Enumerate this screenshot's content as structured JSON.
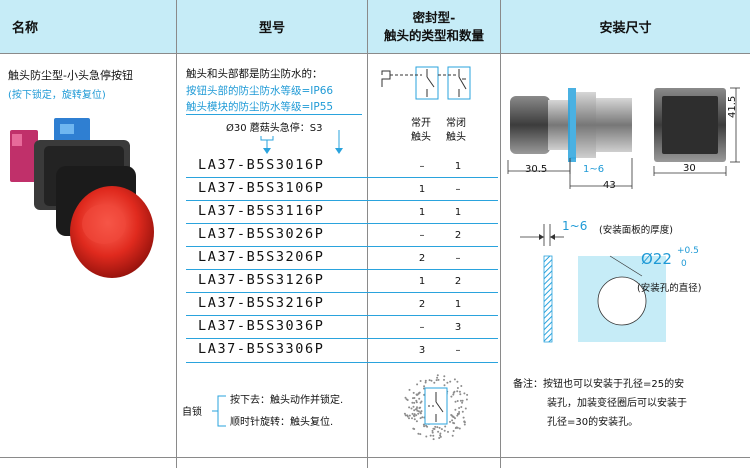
{
  "header": {
    "col1": "名称",
    "col2": "型号",
    "col3_line1": "密封型-",
    "col3_line2": "触头的类型和数量",
    "col4": "安装尺寸"
  },
  "product": {
    "name": "触头防尘型-小头急停按钮",
    "sub": "(按下锁定，旋转复位)"
  },
  "model_info": {
    "line1": "触头和头部都是防尘防水的：",
    "line2": "按钮头部的防尘防水等级=IP66",
    "line3": "触头模块的防尘防水等级=IP55",
    "line4": "Ø30 蘑菇头急停：S3"
  },
  "contact_labels": {
    "no_line1": "常开",
    "no_line2": "触头",
    "nc_line1": "常闭",
    "nc_line2": "触头"
  },
  "rows": [
    {
      "model": "LA37-B5S3016P",
      "no": "–",
      "nc": "1"
    },
    {
      "model": "LA37-B5S3106P",
      "no": "1",
      "nc": "–"
    },
    {
      "model": "LA37-B5S3116P",
      "no": "1",
      "nc": "1"
    },
    {
      "model": "LA37-B5S3026P",
      "no": "–",
      "nc": "2"
    },
    {
      "model": "LA37-B5S3206P",
      "no": "2",
      "nc": "–"
    },
    {
      "model": "LA37-B5S3126P",
      "no": "1",
      "nc": "2"
    },
    {
      "model": "LA37-B5S3216P",
      "no": "2",
      "nc": "1"
    },
    {
      "model": "LA37-B5S3036P",
      "no": "–",
      "nc": "3"
    },
    {
      "model": "LA37-B5S3306P",
      "no": "3",
      "nc": "–"
    }
  ],
  "self_lock": {
    "label": "自锁",
    "line1": "按下去：触头动作并锁定.",
    "line2": "顺时针旋转：触头复位."
  },
  "dimensions": {
    "height": "41.5",
    "d1": "30.5",
    "d2": "1~6",
    "d3": "43",
    "d4": "30",
    "panel": "1~6",
    "panel_label": "(安装面板的厚度)",
    "hole_main": "Ø22",
    "hole_plus": "+0.5",
    "hole_minus": "0",
    "hole_label": "(安装孔的直径)"
  },
  "note": {
    "line1": "备注：按钮也可以安装于孔径=25的安",
    "line2": "装孔，加装变径圈后可以安装于",
    "line3": "孔径=30的安装孔。"
  }
}
